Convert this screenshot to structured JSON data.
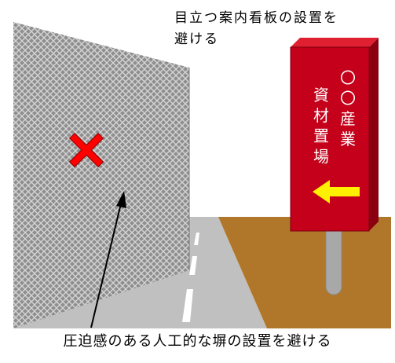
{
  "top_note": {
    "line1": "目立つ案内看板の設置を",
    "line2": "避ける"
  },
  "bottom_note": "圧迫感のある人工的な塀の設置を避ける",
  "sign": {
    "column_right": [
      "〇",
      "〇",
      "産",
      "業"
    ],
    "column_left": [
      "資",
      "材",
      "置",
      "場"
    ]
  },
  "colors": {
    "sign_red": "#c4001a",
    "arrow_yellow": "#fff000",
    "road_gray": "#c0c0c0",
    "dirt_brown": "#b0772a",
    "wall_mesh": "#9a9a9a",
    "cross_red": "#ff0000"
  },
  "icons": [
    "cross-mark-icon",
    "arrow-left-icon",
    "pointer-arrow-icon"
  ]
}
